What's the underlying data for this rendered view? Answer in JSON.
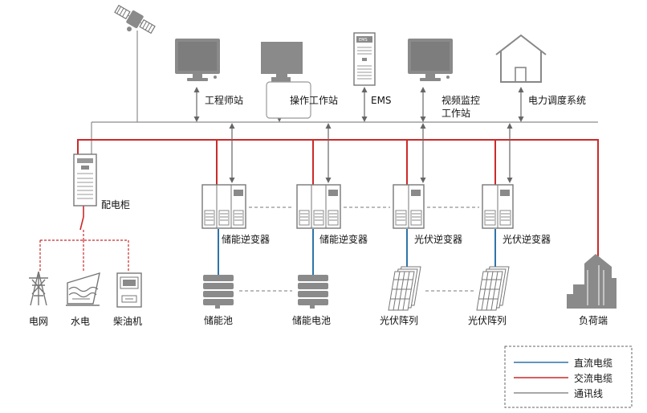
{
  "workstations": {
    "engineer": "工程师站",
    "operator": "操作工作站",
    "ems_label": "EMS",
    "ems_screen": "EMS",
    "video_line1": "视频监控",
    "video_line2": "工作站",
    "grid_dispatch": "电力调度系统"
  },
  "cabinet": {
    "label": "配电柜"
  },
  "sources": {
    "grid": "电网",
    "hydro": "水电",
    "diesel": "柴油机"
  },
  "inverters": [
    {
      "label": "储能逆变器"
    },
    {
      "label": "储能逆变器"
    },
    {
      "label": "光伏逆变器"
    },
    {
      "label": "光伏逆变器"
    }
  ],
  "storage": [
    {
      "label": "储能池"
    },
    {
      "label": "储能电池"
    }
  ],
  "pv": [
    {
      "label": "光伏阵列"
    },
    {
      "label": "光伏阵列"
    }
  ],
  "load": {
    "label": "负荷端"
  },
  "legend": {
    "dc": "直流电缆",
    "ac": "交流电缆",
    "comm": "通讯线"
  },
  "colors": {
    "dc_cable": "#2e74a8",
    "ac_cable": "#cc2a2a",
    "comm_line": "#8c8c8c",
    "device": "#8a8a8a"
  }
}
